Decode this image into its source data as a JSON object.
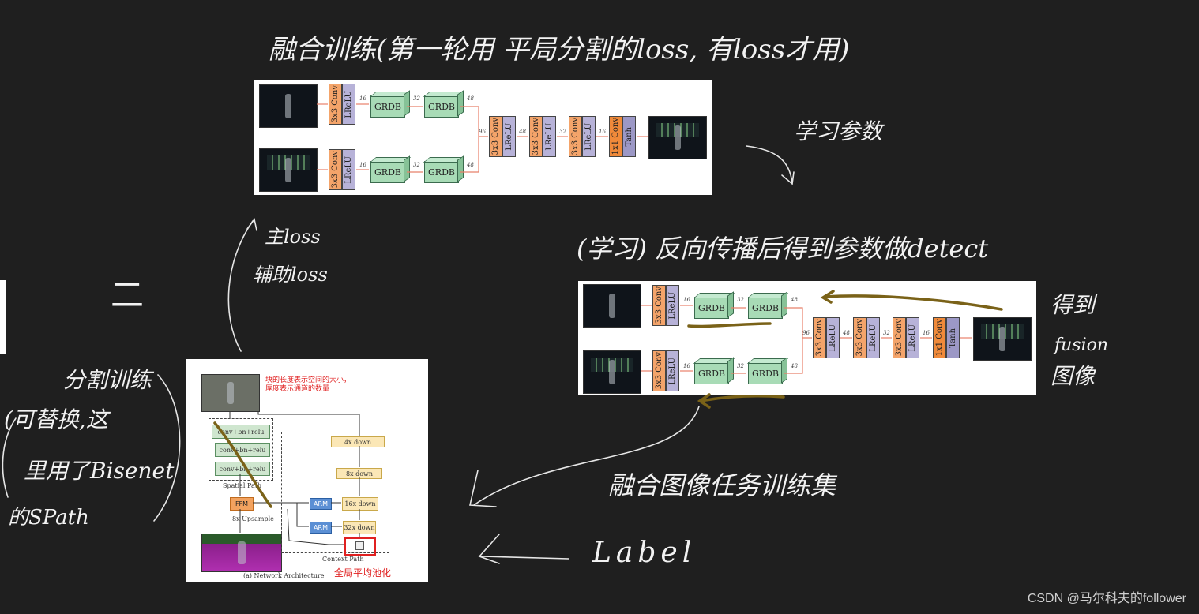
{
  "annotations": {
    "top_title": "融合训练(第一轮用 平局分割的loss, 有loss才用)",
    "learn_params": "学习参数",
    "mid_title": "(学习) 反向传播后得到参数做detect",
    "seg_loss_line1": "主loss",
    "seg_loss_line2": "辅助loss",
    "equals": "二",
    "seg_train": "分割训练",
    "seg_desc_line1": "(可替换,这",
    "seg_desc_line2": "里用了Bisenet",
    "seg_desc_line3": "的SPath",
    "get_line1": "得到",
    "get_line2": "fusion",
    "get_line3": "图像",
    "fusion_task": "融合图像任务训练集",
    "label": "Label"
  },
  "fusion_net": {
    "conv_label": "3x3 Conv",
    "lrelu_label": "LReLU",
    "grdb_label": "GRDB",
    "conv1x1_label": "1x1 Conv",
    "tanh_label": "Tanh",
    "ch16": "16",
    "ch32": "32",
    "ch48": "48",
    "ch96": "96"
  },
  "bisenet": {
    "note": "块的长度表示空间的大小，厚度表示通道的数量",
    "sp1": "conv+bn+relu",
    "sp2": "conv+bn+relu",
    "sp3": "conv+bn+relu",
    "spatial_path": "Spatial Path",
    "ffm": "FFM",
    "upsample": "8x Upsample",
    "d4": "4x down",
    "d8": "8x down",
    "d16": "16x down",
    "d32": "32x down",
    "arm1": "ARM",
    "arm2": "ARM",
    "context_path": "Context Path",
    "gap": "全局平均池化",
    "caption": "(a) Network Architecture"
  },
  "watermark": "CSDN @马尔科夫的follower"
}
